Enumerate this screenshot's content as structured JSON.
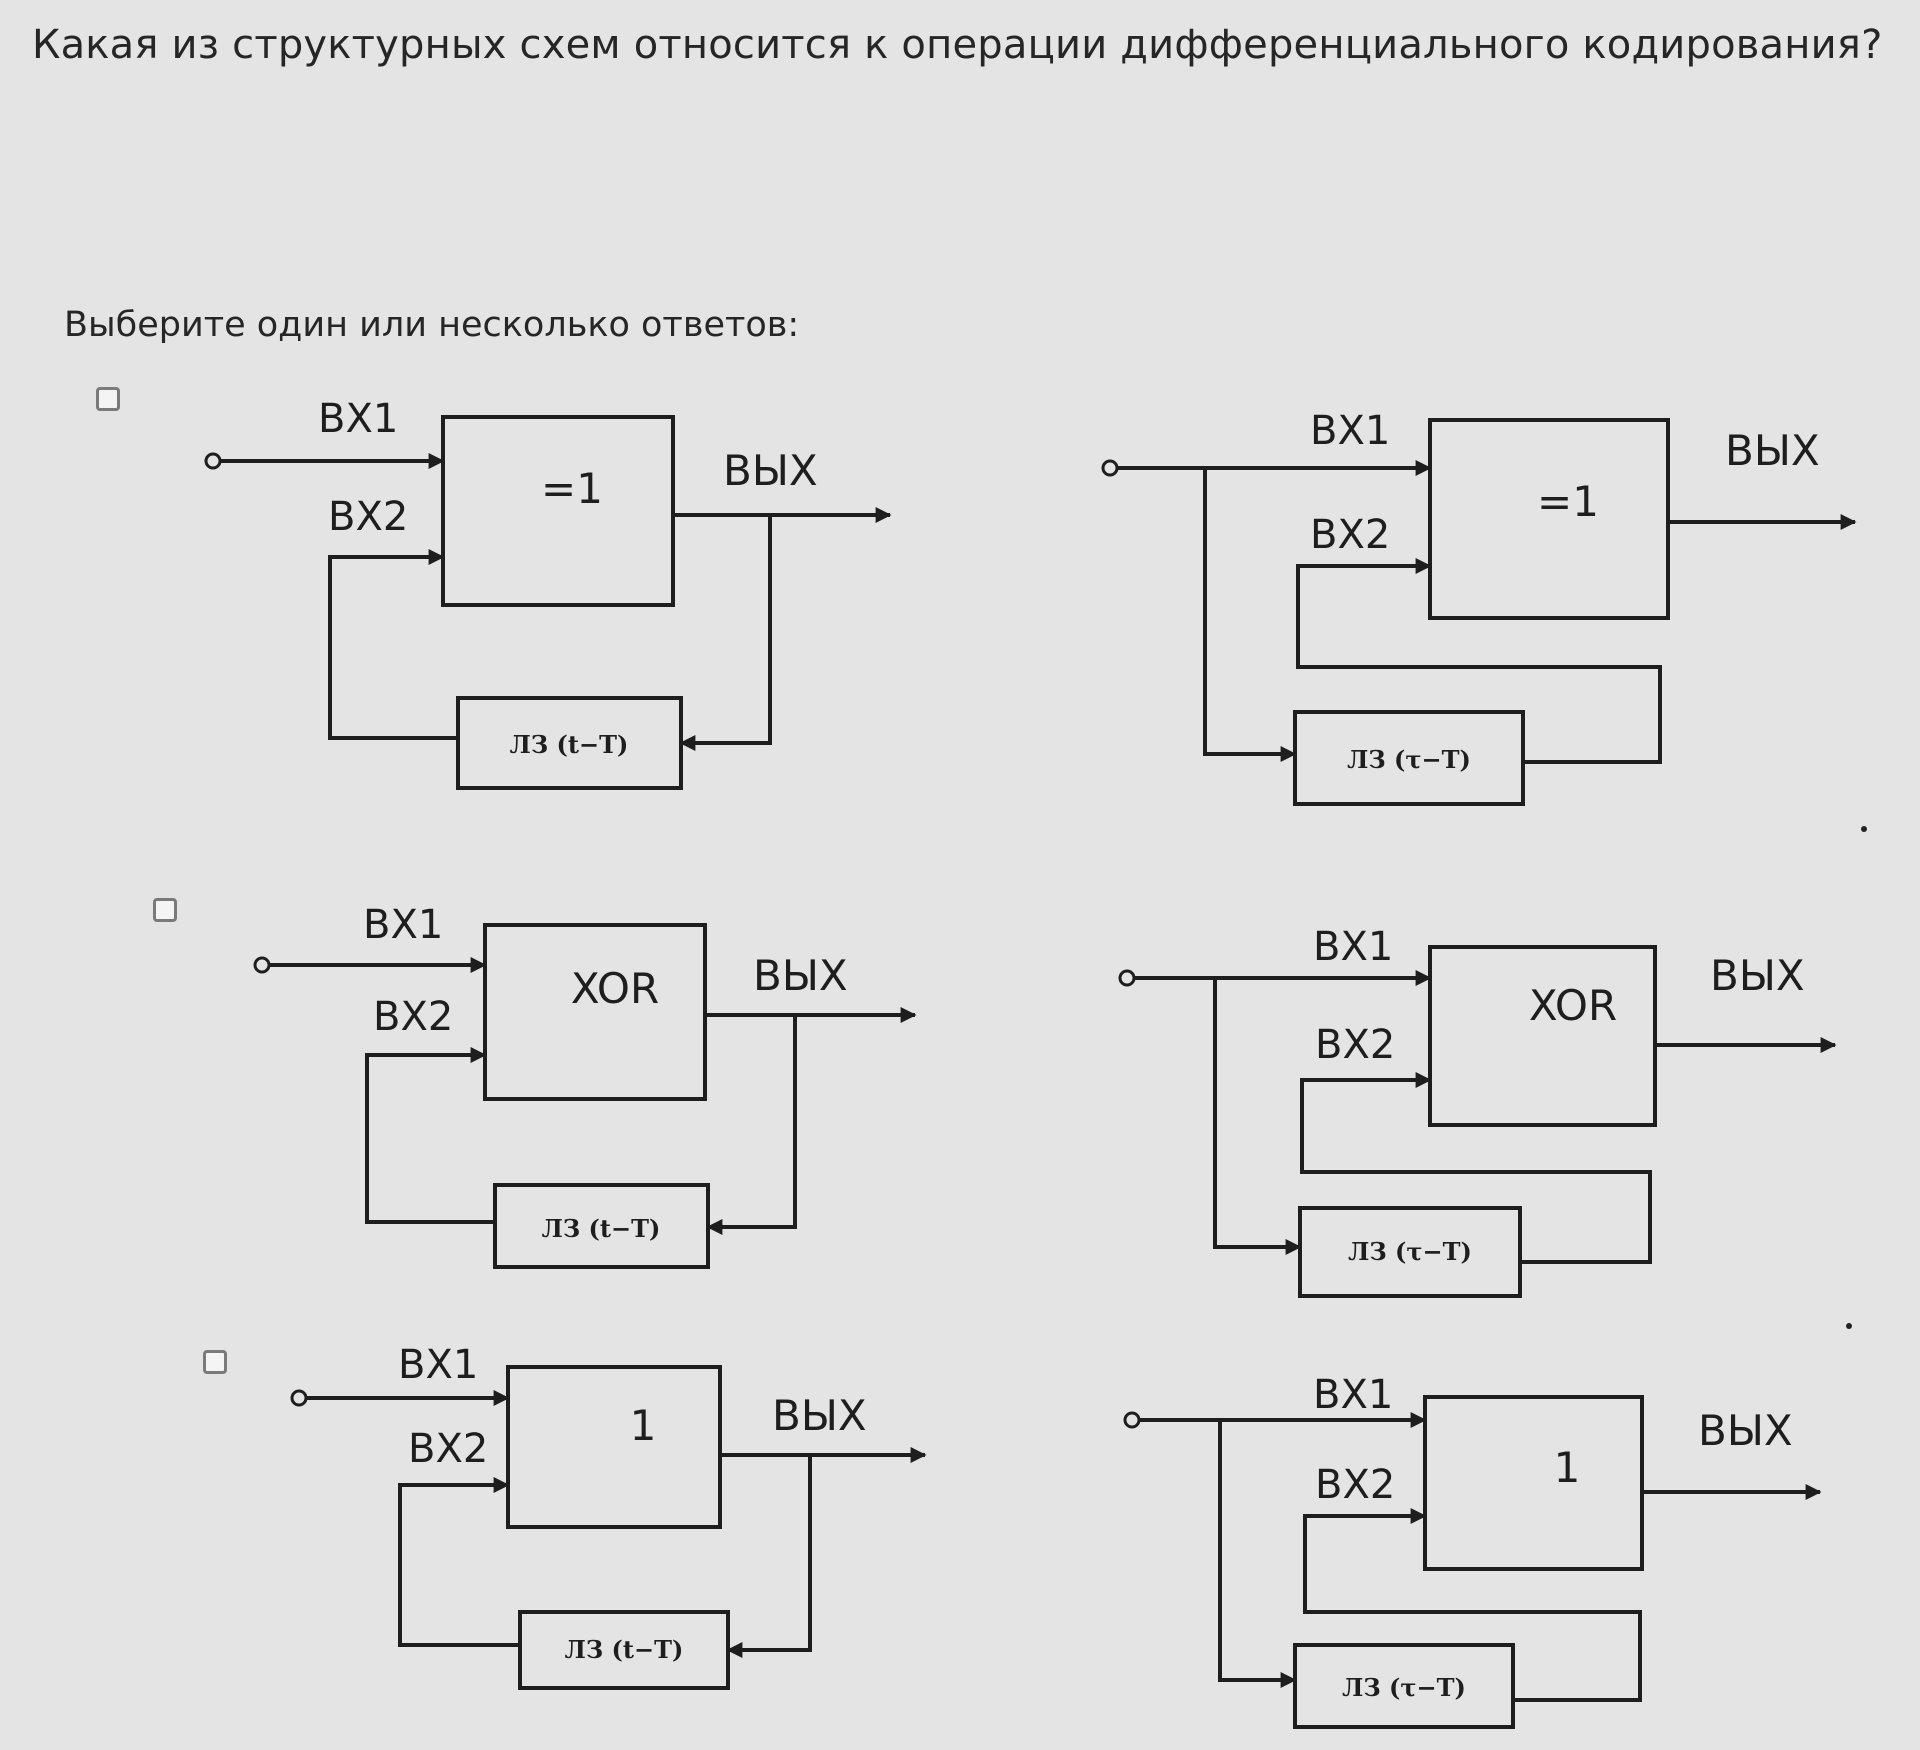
{
  "question": "Какая из структурных схем относится к операции дифференциального кодирования?",
  "prompt": "Выберите один или несколько ответов:",
  "options": [
    {
      "checked": false,
      "left": {
        "gate": "=1",
        "in1": "ВХ1",
        "in2": "ВХ2",
        "out": "ВЫХ",
        "delay": "ЛЗ (t−T)"
      },
      "right": {
        "gate": "=1",
        "in1": "ВХ1",
        "in2": "ВХ2",
        "out": "ВЫХ",
        "delay": "ЛЗ (τ−T)"
      }
    },
    {
      "checked": false,
      "left": {
        "gate": "XOR",
        "in1": "ВХ1",
        "in2": "ВХ2",
        "out": "ВЫХ",
        "delay": "ЛЗ (t−T)"
      },
      "right": {
        "gate": "XOR",
        "in1": "ВХ1",
        "in2": "ВХ2",
        "out": "ВЫХ",
        "delay": "ЛЗ (τ−T)"
      }
    },
    {
      "checked": false,
      "left": {
        "gate": "1",
        "in1": "ВХ1",
        "in2": "ВХ2",
        "out": "ВЫХ",
        "delay": "ЛЗ (t−T)"
      },
      "right": {
        "gate": "1",
        "in1": "ВХ1",
        "in2": "ВХ2",
        "out": "ВЫХ",
        "delay": "ЛЗ (τ−T)"
      }
    }
  ]
}
